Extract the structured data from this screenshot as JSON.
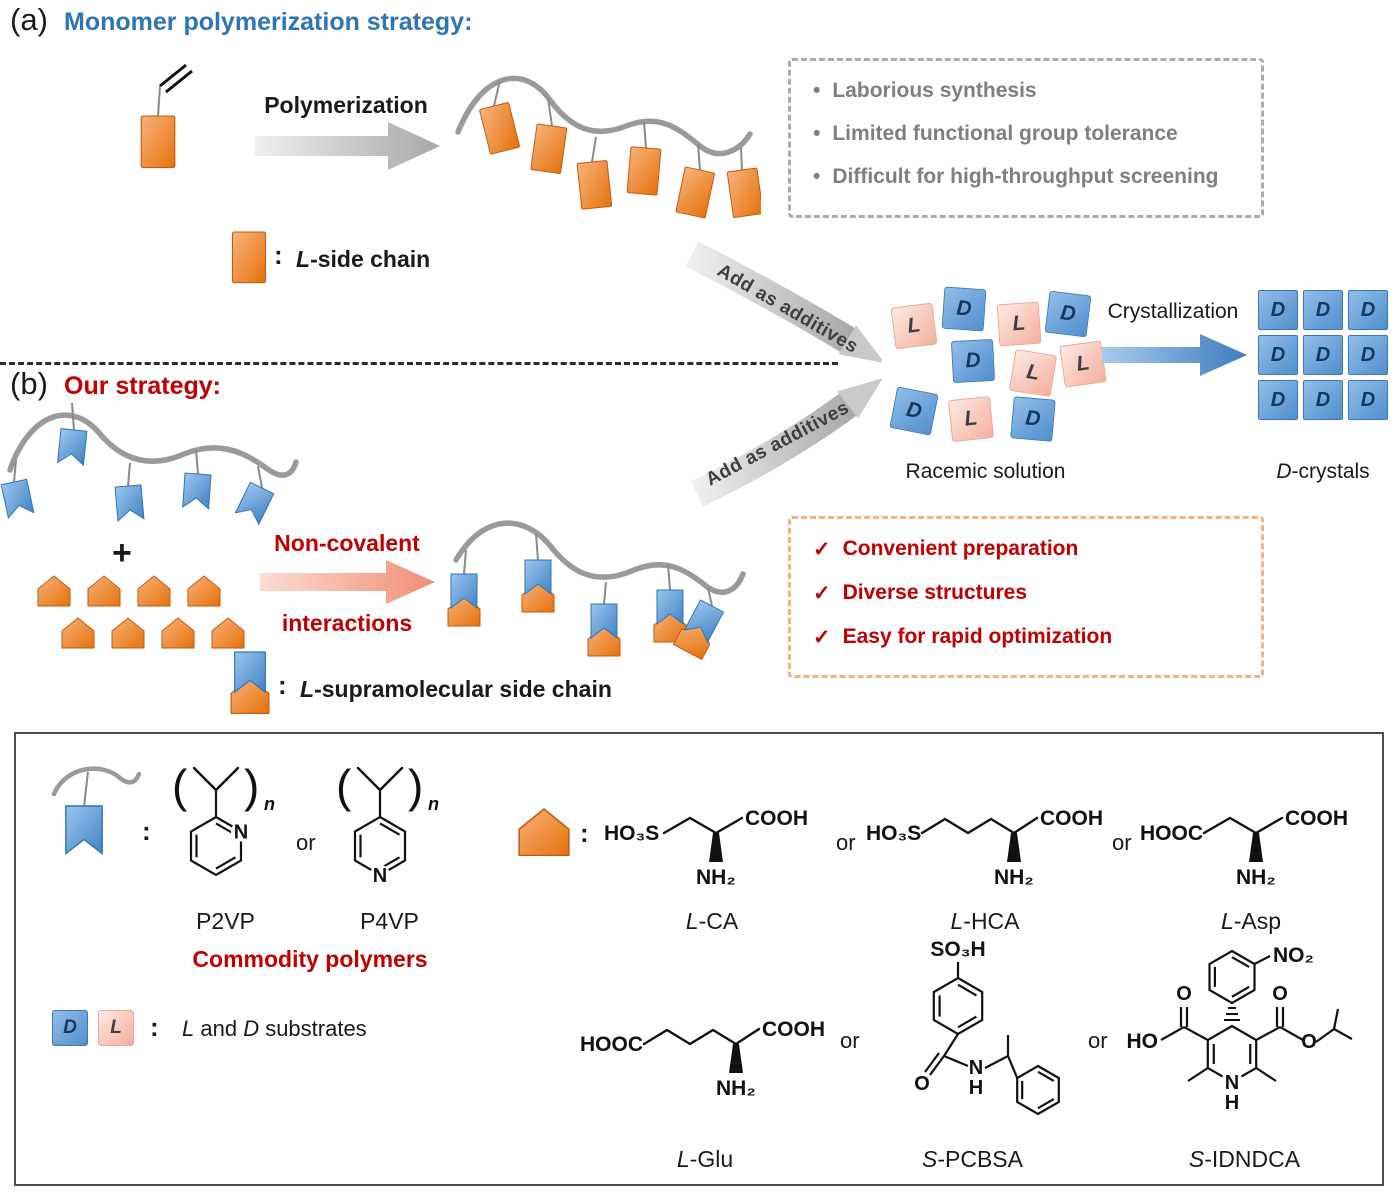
{
  "panel_a": {
    "label": "(a)",
    "title": "Monomer polymerization strategy:",
    "arrow_label": "Polymerization",
    "legend_colon": ":",
    "legend_italic": "L",
    "legend_text": "-side chain",
    "bullet": "•",
    "drawbacks": [
      "Laborious synthesis",
      "Limited functional group tolerance",
      "Difficult for high-throughput screening"
    ]
  },
  "flow": {
    "add_additives": "Add as additives",
    "racemic_label": "Racemic solution",
    "crystallization_label": "Crystallization",
    "crystals_italic": "D",
    "crystals_text": "-crystals",
    "d_letter": "D",
    "l_letter": "L"
  },
  "panel_b": {
    "label": "(b)",
    "title": "Our strategy:",
    "plus": "+",
    "arrow_label_line1": "Non-covalent",
    "arrow_label_line2": "interactions",
    "legend_colon": ":",
    "legend_italic": "L",
    "legend_text": "-supramolecular side chain",
    "check": "✓",
    "benefits": [
      "Convenient preparation",
      "Diverse structures",
      "Easy for rapid optimization"
    ]
  },
  "bottom": {
    "colon": ":",
    "or": "or",
    "p2vp": "P2VP",
    "p4vp": "P4VP",
    "n_sub": "n",
    "bracket_l": "(",
    "bracket_r": ")",
    "atom_n": "N",
    "atom_h": "H",
    "commodity": "Commodity polymers",
    "substrates": {
      "i1": "L",
      "mid": " and ",
      "i2": "D",
      "rest": " substrates"
    },
    "groups": {
      "ho3s": "HO₃S",
      "so3h": "SO₃H",
      "cooh": "COOH",
      "hooc": "HOOC",
      "nh2": "NH₂",
      "no2": "NO₂",
      "ho": "HO",
      "o": "O"
    },
    "labels": {
      "lca": {
        "i": "L",
        "t": "-CA"
      },
      "lhca": {
        "i": "L",
        "t": "-HCA"
      },
      "lasp": {
        "i": "L",
        "t": "-Asp"
      },
      "lglu": {
        "i": "L",
        "t": "-Glu"
      },
      "spcbsa": {
        "i": "S",
        "t": "-PCBSA"
      },
      "sidndca": {
        "i": "S",
        "t": "-IDNDCA"
      }
    }
  }
}
